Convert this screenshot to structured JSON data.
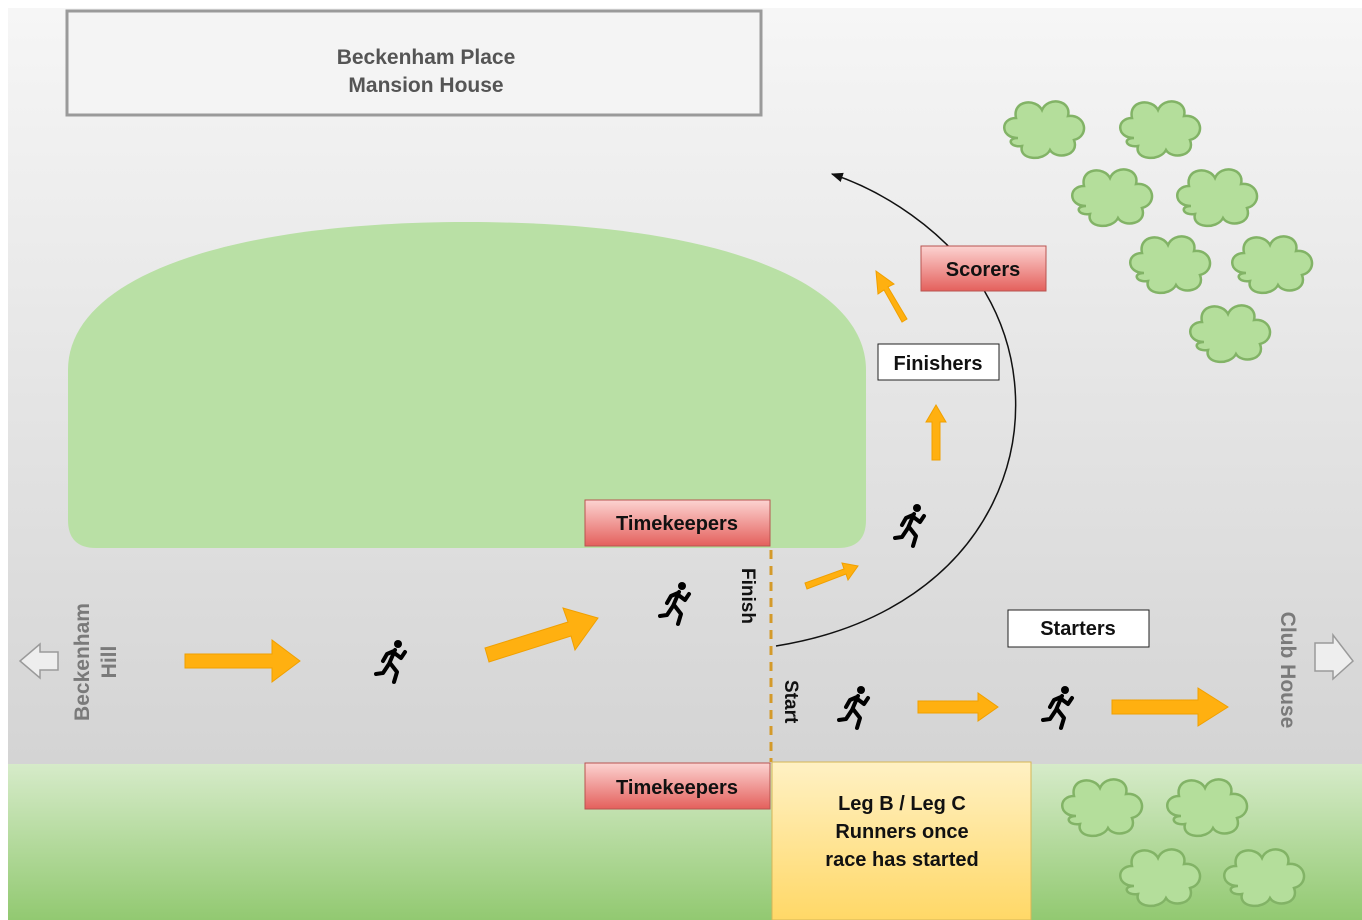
{
  "mansion": {
    "line1": "Beckenham Place",
    "line2": "Mansion House"
  },
  "labels": {
    "scorers": "Scorers",
    "finishers": "Finishers",
    "timekeepers_top": "Timekeepers",
    "timekeepers_bottom": "Timekeepers",
    "starters": "Starters",
    "finish": "Finish",
    "start": "Start"
  },
  "directions": {
    "left_line1": "Beckenham",
    "left_line2": "Hill",
    "right": "Club House"
  },
  "waiting_area": {
    "line1": "Leg B / Leg C",
    "line2": "Runners once",
    "line3": "race has started"
  },
  "icons": {
    "runner": "runner-icon",
    "tree": "tree-icon",
    "arrow": "direction-arrow-icon"
  },
  "colors": {
    "road": "#dcdcdc",
    "grass": "#b9e0a5",
    "grass_band": "#99cc77",
    "tree_fill": "#b4de9b",
    "tree_stroke": "#82b366",
    "arrow": "#ffb010",
    "official_box": "#f07874",
    "waiting_box": "#ffe38e",
    "finish_line": "#d49a2a"
  }
}
